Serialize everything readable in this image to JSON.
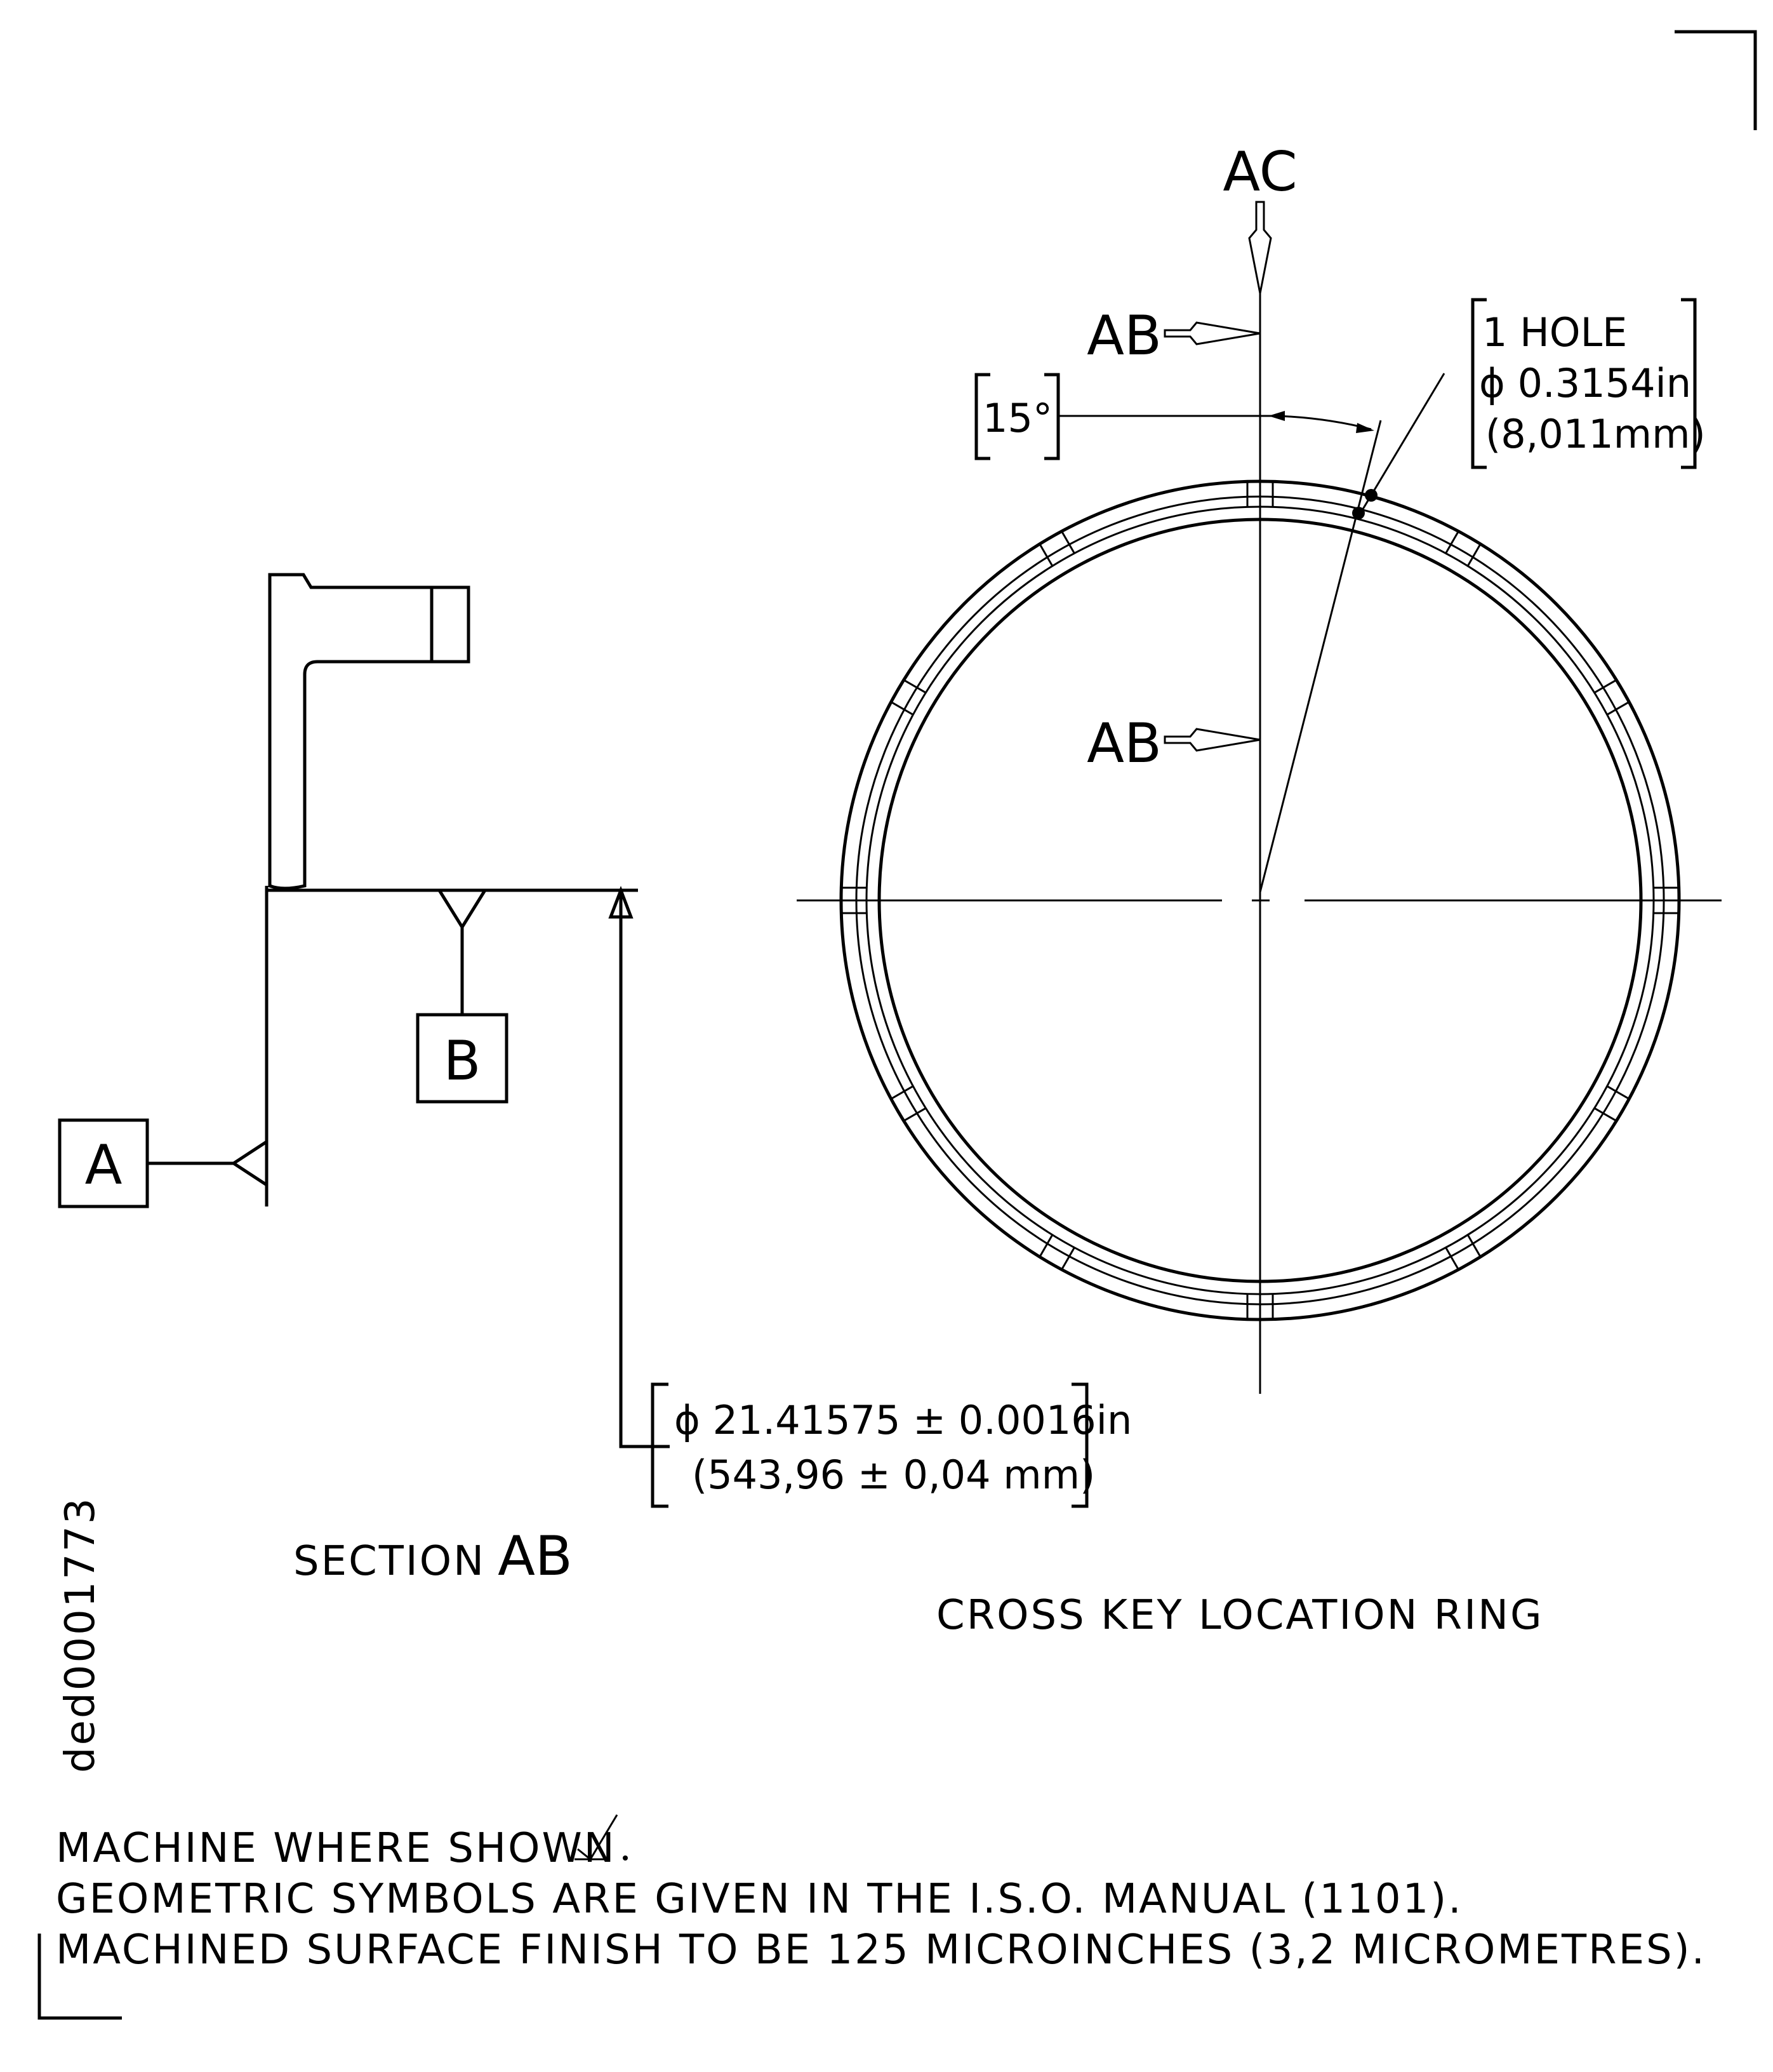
{
  "labels": {
    "view_ac": "AC",
    "section_ab_top": "AB",
    "section_ab_mid": "AB",
    "angle": "15°",
    "hole_line1": "1 HOLE",
    "hole_line2": "ϕ 0.3154in",
    "hole_line3": "(8,011mm)",
    "datum_a": "A",
    "datum_b": "B",
    "dia_line1": "ϕ 21.41575 ± 0.0016in",
    "dia_line2": "(543,96 ± 0,04 mm)",
    "section_prefix": "SECTION",
    "section_name": "AB",
    "part_title": "CROSS KEY LOCATION RING",
    "drawing_id": "ded0001773"
  },
  "notes": [
    "MACHINE WHERE SHOWN",
    "GEOMETRIC SYMBOLS ARE GIVEN IN THE I.S.O. MANUAL (1101).",
    "MACHINED SURFACE FINISH TO BE 125 MICROINCHES (3,2 MICROMETRES)."
  ]
}
